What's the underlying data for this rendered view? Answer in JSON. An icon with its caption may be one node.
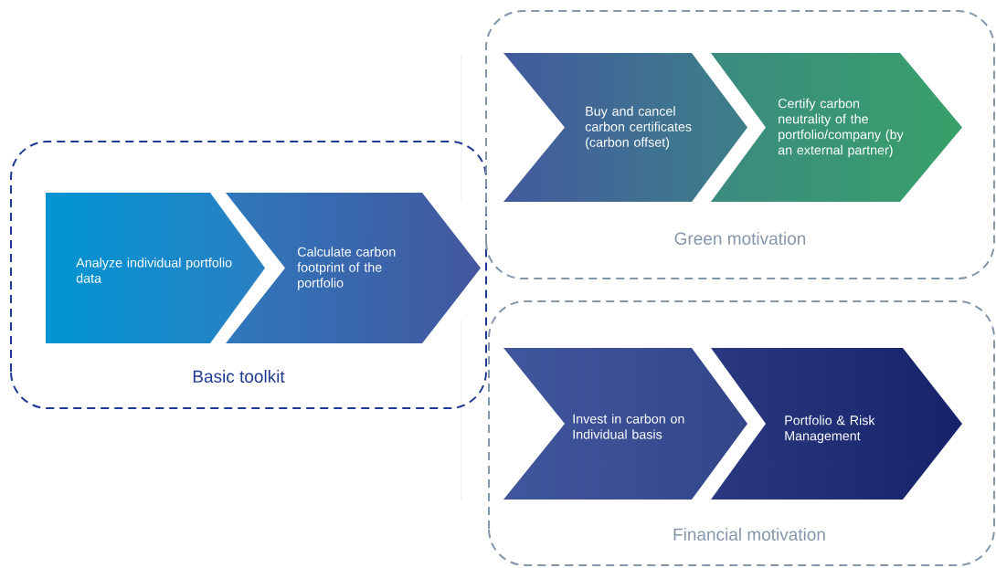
{
  "diagram": {
    "nodes": [
      {
        "text": [
          "Basic toolkit"
        ]
      },
      {
        "text": [
          "Analyze individual portfolio data"
        ],
        "in": 0
      },
      {
        "text": [
          "Calculate carbon footprint of the portfolio"
        ],
        "in": 0
      },
      {
        "text": [
          "Green motivation"
        ]
      },
      {
        "text": [
          "Buy and cancel carbon certificates (carbon offset)"
        ],
        "in": 3
      },
      {
        "text": [
          "Certify carbon neutrality of the portfolio/company (by an external partner)"
        ],
        "in": 3
      },
      {
        "text": [
          "Financial motivation"
        ]
      },
      {
        "text": [
          "Invest in carbon on Individual basis"
        ],
        "in": 6
      },
      {
        "text": [
          "Portfolio & Risk Management"
        ],
        "in": 6
      }
    ]
  }
}
